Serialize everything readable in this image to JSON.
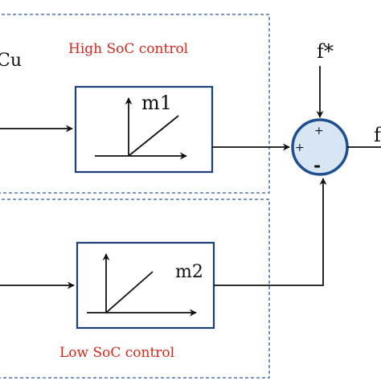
{
  "diagram": {
    "high_group": {
      "title": "High SoC control",
      "block_label": "m1"
    },
    "low_group": {
      "title": "Low SoC control",
      "block_label": "m2"
    },
    "inputs": {
      "top_left": "Cu",
      "reference": "f*",
      "output": "f"
    },
    "summing_junction": {
      "sign_top": "+",
      "sign_left": "+",
      "sign_bottom": "-"
    },
    "colors": {
      "group_border": "#2e5a9c",
      "block_border": "#1f3f7a",
      "summer_fill": "#d8e6f3",
      "summer_border": "#1f4f8f",
      "group_title": "#d9261c",
      "line": "#111111"
    }
  }
}
